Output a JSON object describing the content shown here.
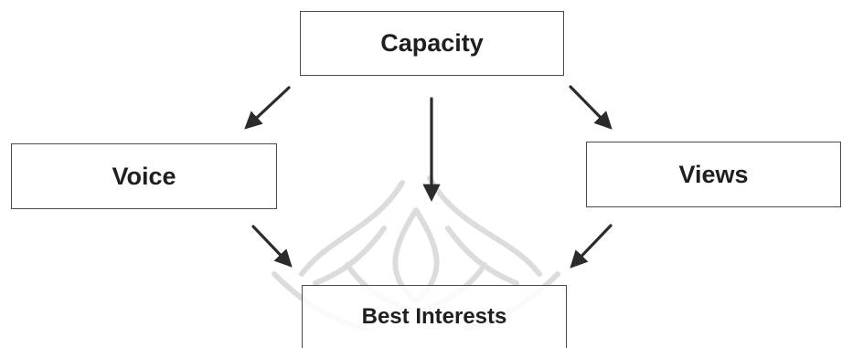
{
  "diagram": {
    "nodes": {
      "capacity": "Capacity",
      "voice": "Voice",
      "views": "Views",
      "best_interests": "Best Interests"
    },
    "edges": [
      {
        "from": "capacity",
        "to": "voice"
      },
      {
        "from": "capacity",
        "to": "best_interests"
      },
      {
        "from": "capacity",
        "to": "views"
      },
      {
        "from": "voice",
        "to": "best_interests"
      },
      {
        "from": "views",
        "to": "best_interests"
      }
    ],
    "colors": {
      "line": "#2b2b2b",
      "border": "#4a4a4a",
      "watermark": "#dcdcdc"
    }
  }
}
